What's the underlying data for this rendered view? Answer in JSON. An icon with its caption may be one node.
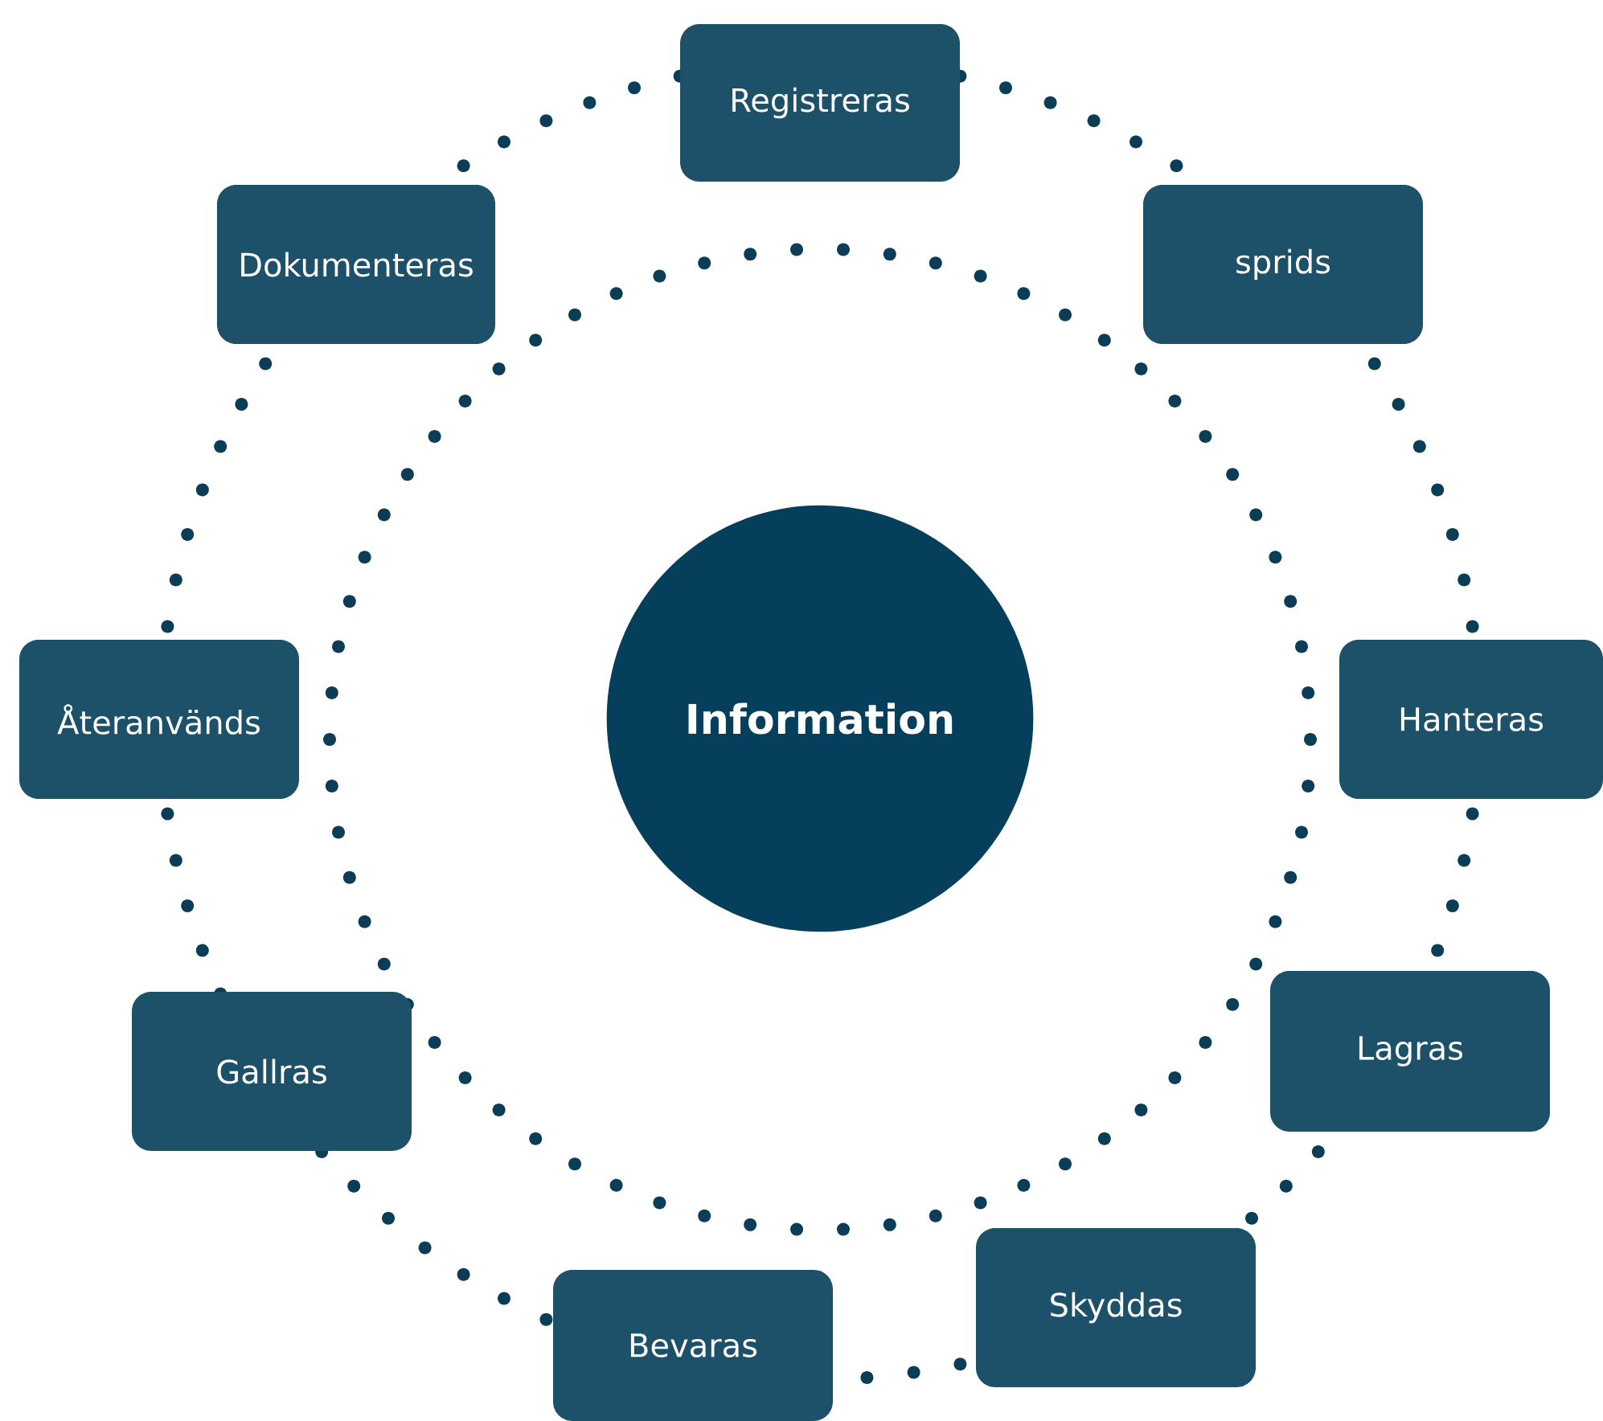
{
  "diagram": {
    "nodes": [
      {
        "text": [
          "Information"
        ]
      },
      {
        "text": [
          "Registreras"
        ]
      },
      {
        "text": [
          "Dokumenteras"
        ]
      },
      {
        "text": [
          "sprids"
        ]
      },
      {
        "text": [
          "Återanvänds"
        ]
      },
      {
        "text": [
          "Hanteras"
        ]
      },
      {
        "text": [
          "Gallras"
        ]
      },
      {
        "text": [
          "Lagras"
        ]
      },
      {
        "text": [
          "Bevaras"
        ]
      },
      {
        "text": [
          "Skyddas"
        ]
      }
    ]
  }
}
